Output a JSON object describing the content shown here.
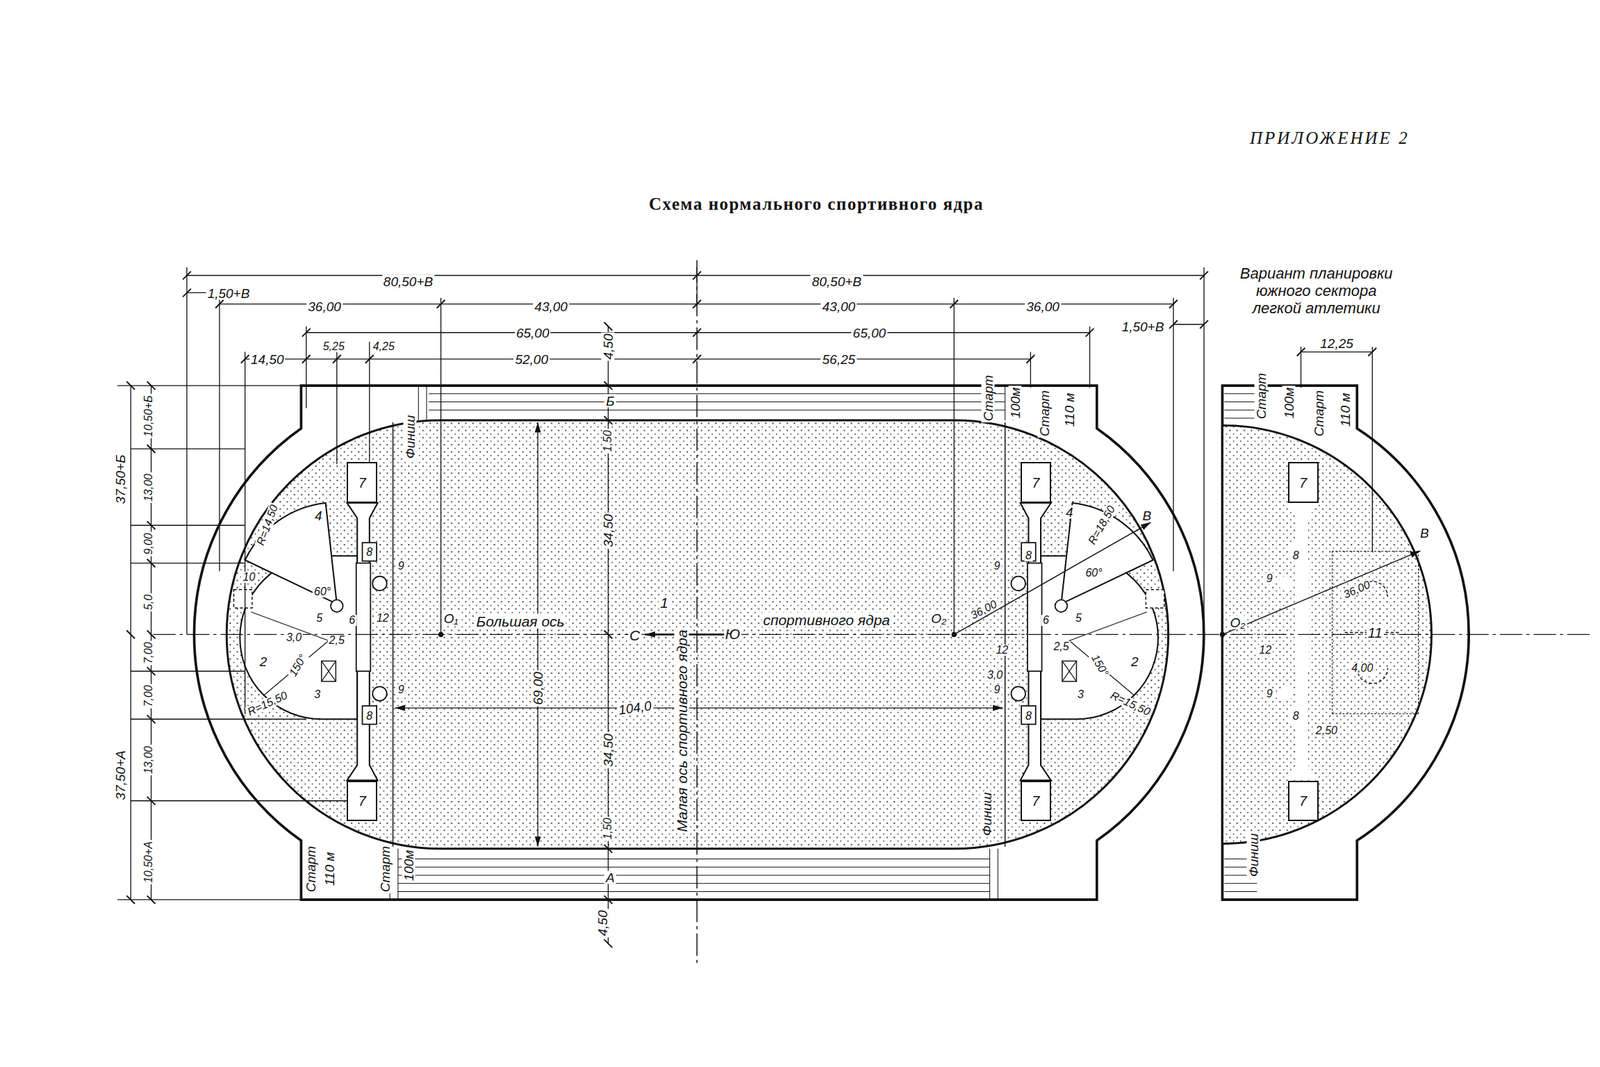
{
  "diagram": {
    "title": "Схема нормального спортивного ядра",
    "nodes": [
      {
        "text": [
          "7"
        ]
      },
      {
        "text": [
          "7"
        ]
      },
      {
        "text": [
          "7"
        ]
      },
      {
        "text": [
          "11"
        ]
      },
      {
        "text": [
          "7"
        ]
      },
      {
        "text": [
          "7"
        ]
      },
      {
        "text": [
          "7"
        ]
      }
    ],
    "labels": [
      "ПРИЛОЖЕНИЕ 2",
      "80,50+В",
      "80,50+В",
      "1,50+В",
      "36,00",
      "43,00",
      "43,00",
      "36,00",
      "1,50+В",
      "65,00",
      "65,00",
      "4,50",
      "14,50",
      "5,25",
      "4,25",
      "52,00",
      "56,25",
      "Вариант планировки южного сектора легкой атлетики",
      "12,25",
      "37,50+Б",
      "10,50+Б",
      "13,00",
      "9,00",
      "5,0",
      "7,00",
      "7,00",
      "37,50+А",
      "13,00",
      "10,50+А",
      "Финиш",
      "Старт",
      "100м",
      "Старт",
      "110 м",
      "Б",
      "1,50",
      "34,50",
      "4",
      "R=14,50",
      "10",
      "8",
      "9",
      "60°",
      "3,0",
      "5",
      "2,5",
      "6",
      "12",
      "150°",
      "2",
      "3",
      "R=15,50",
      "9",
      "8",
      "О₁",
      "Большая ось",
      "1",
      "С",
      "Ю",
      "спортивного ядра",
      "Малая ось спортивного ядра",
      "69,00",
      "104,0",
      "34,50",
      "1,50",
      "А",
      "4,50",
      "Старт",
      "110 м",
      "Старт",
      "100м",
      "Финиш",
      "О₂",
      "4",
      "R=18,50",
      "В",
      "8",
      "9",
      "60°",
      "36,00",
      "5",
      "6",
      "12",
      "2,5",
      "3,0",
      "3",
      "150°",
      "2",
      "9",
      "8",
      "R=15,50",
      "Старт",
      "100м",
      "Старт",
      "110 м",
      "8",
      "9",
      "В",
      "36,00",
      "О₂",
      "12",
      "4,00",
      "9",
      "8",
      "2,50",
      "Финиш"
    ]
  }
}
